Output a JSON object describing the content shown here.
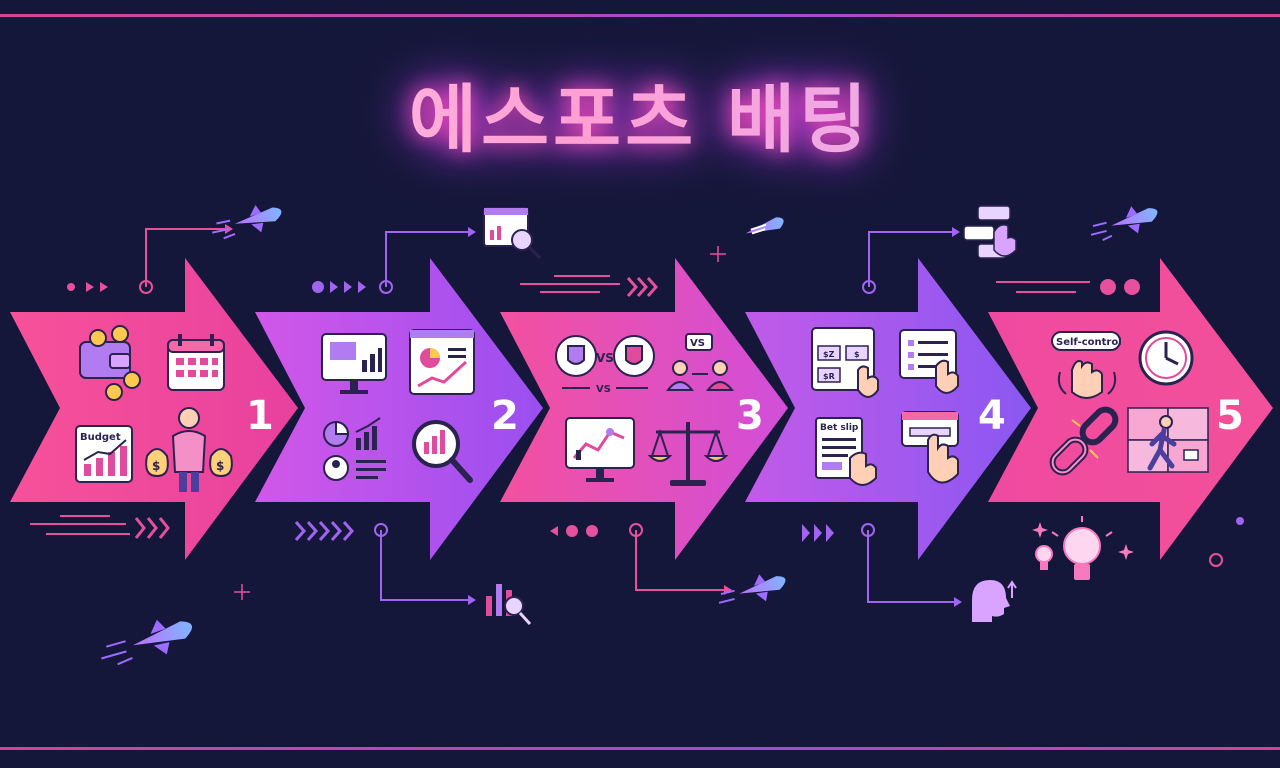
{
  "title": "에스포츠 배팅",
  "steps": [
    {
      "number": "1",
      "icons": [
        "wallet-coins-icon",
        "calendar-icon",
        "budget-chart-icon",
        "money-bags-person-icon"
      ],
      "labels": {
        "budget": "Budget"
      }
    },
    {
      "number": "2",
      "icons": [
        "monitor-chart-icon",
        "dashboard-chart-icon",
        "analytics-report-icon",
        "magnifier-chart-icon"
      ]
    },
    {
      "number": "3",
      "icons": [
        "team-versus-icon",
        "player-versus-icon",
        "trend-monitor-icon",
        "balance-scale-icon"
      ],
      "labels": {
        "vs_top": "VS",
        "vs_bottom": "VS",
        "vs_players": "VS"
      }
    },
    {
      "number": "4",
      "icons": [
        "odds-board-icon",
        "checklist-hand-icon",
        "bet-slip-icon",
        "click-interface-icon"
      ],
      "labels": {
        "bet_slip": "Bet slip",
        "odd1": "$Z",
        "odd2": "$",
        "odd3": "$R"
      }
    },
    {
      "number": "5",
      "icons": [
        "self-control-hand-icon",
        "clock-icon",
        "broken-chain-icon",
        "walk-away-icon"
      ],
      "labels": {
        "self_control": "Self-control"
      }
    }
  ],
  "colors": {
    "background": "#15173a",
    "pink": "#f0489a",
    "purple": "#b653ec",
    "magenta": "#e14fc8"
  }
}
